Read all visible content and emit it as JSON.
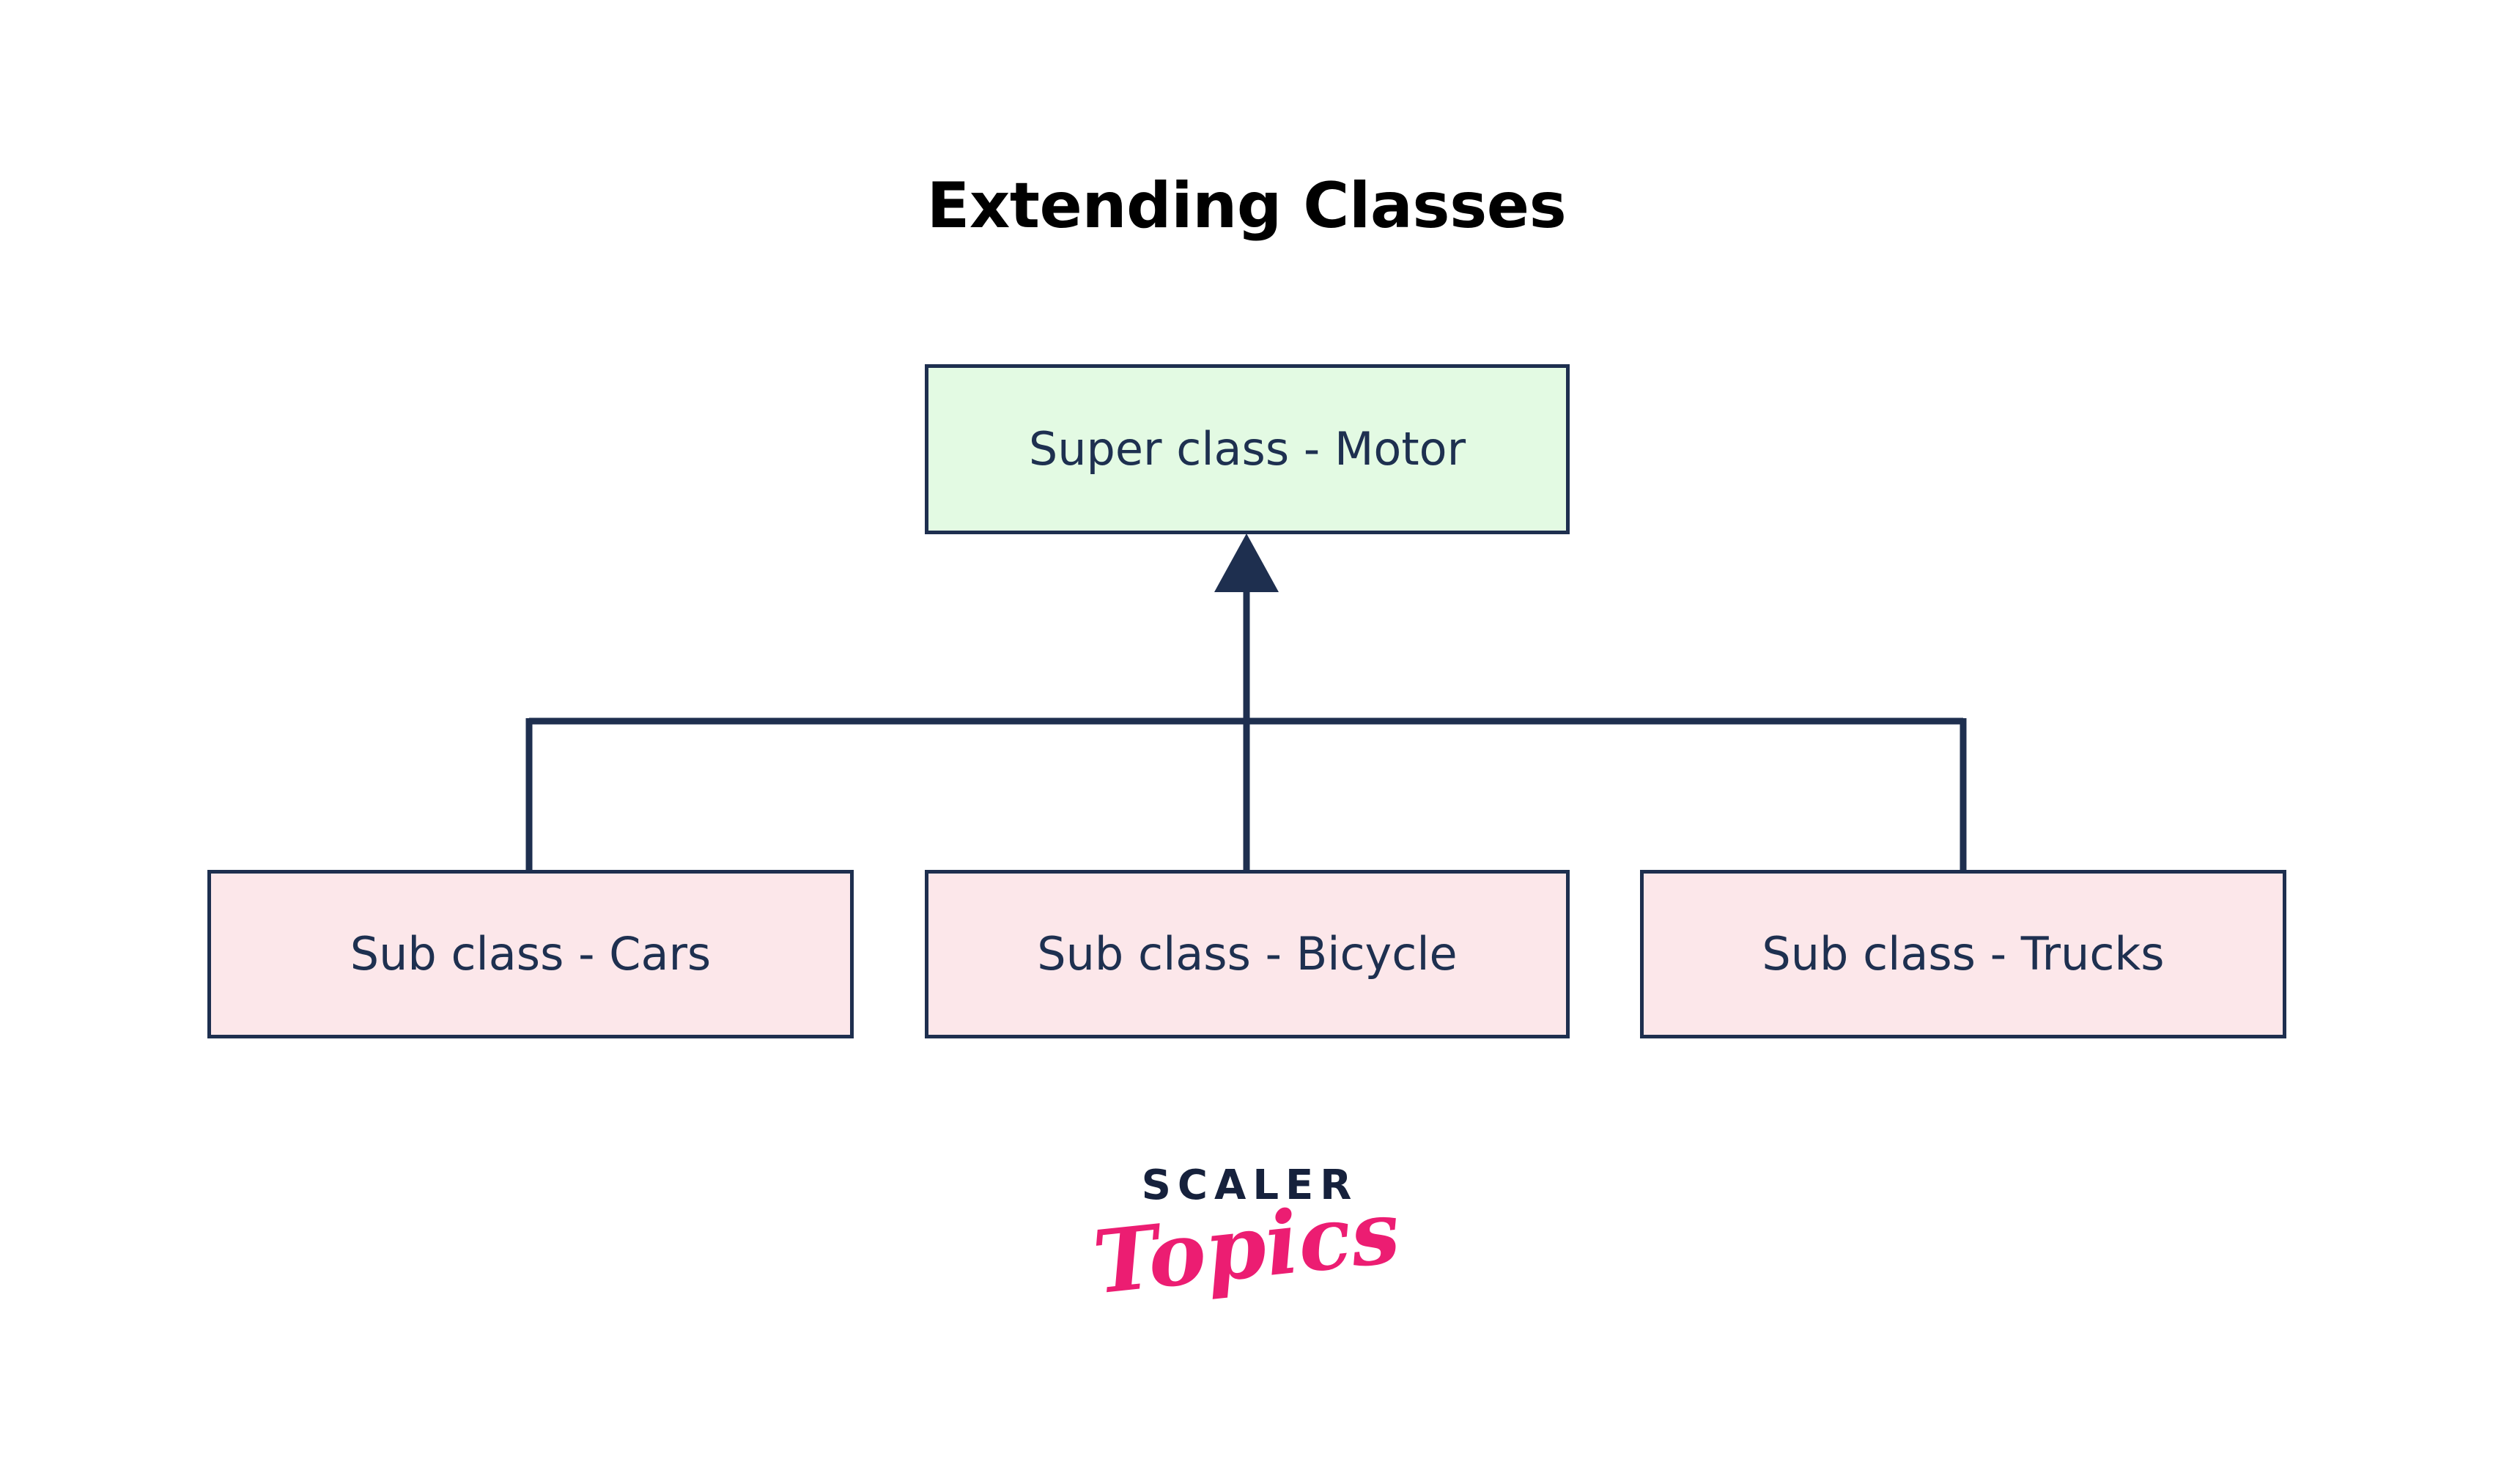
{
  "diagram": {
    "title": "Extending Classes",
    "type": "class-hierarchy",
    "super_class": {
      "label": "Super class - Motor",
      "fill": "#e3fae3",
      "border": "#1e2f4f",
      "text_color": "#1e3050"
    },
    "sub_classes": [
      {
        "label": "Sub class - Cars",
        "fill": "#fce7ea",
        "border": "#1e2f4f",
        "text_color": "#1e3050"
      },
      {
        "label": "Sub class - Bicycle",
        "fill": "#fce7ea",
        "border": "#1e2f4f",
        "text_color": "#1e3050"
      },
      {
        "label": "Sub class - Trucks",
        "fill": "#fce7ea",
        "border": "#1e2f4f",
        "text_color": "#1e3050"
      }
    ],
    "connector": {
      "color": "#1e2f4f",
      "arrow_direction": "up",
      "arrow_target": "Super class - Motor",
      "style": "inheritance-tree"
    },
    "background": "#ffffff",
    "title_color": "#000000"
  },
  "logo": {
    "word": "SCALER",
    "script": "Topics",
    "word_color": "#16213c",
    "script_color": "#ec1d72"
  }
}
